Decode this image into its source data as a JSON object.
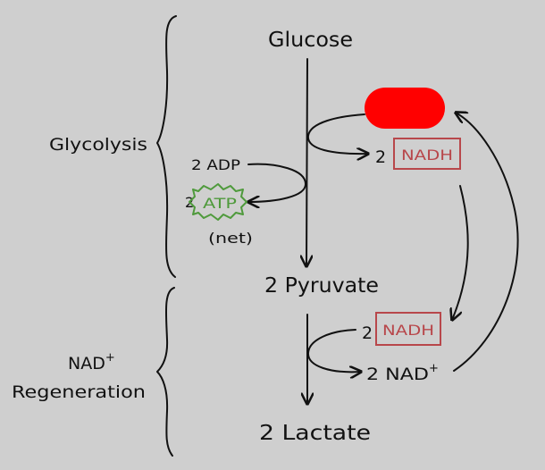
{
  "diagram": {
    "sections": {
      "glycolysis": "Glycolysis",
      "nad_regen_line1": "NAD",
      "nad_regen_sup": "+",
      "nad_regen_line2": "Regeneration"
    },
    "molecules": {
      "glucose": "Glucose",
      "pyruvate": "2 Pyruvate",
      "lactate": "2 Lactate",
      "adp": "2 ADP",
      "atp_coef": "2",
      "atp": "ATP",
      "net": "(net)",
      "nadh_top_coef": "2",
      "nadh_top": "NADH",
      "nadh_mid_coef": "2",
      "nadh_mid": "NADH",
      "nad_plus": "2 NAD",
      "nad_plus_sup": "+"
    },
    "colors": {
      "background": "#cfcfcf",
      "ink": "#111111",
      "atp_green": "#4f9a3c",
      "nadh_red": "#b8474b",
      "redaction": "#ff0000"
    }
  }
}
